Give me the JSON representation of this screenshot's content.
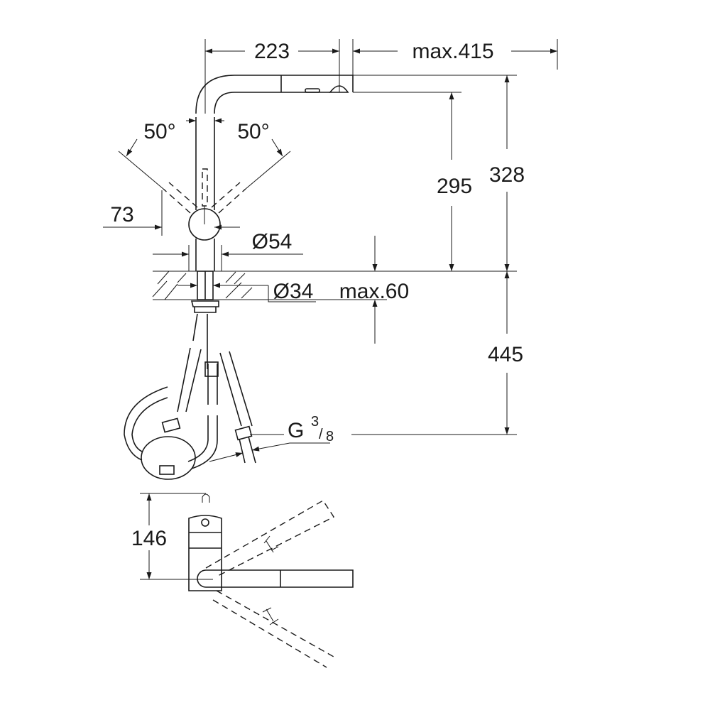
{
  "labels": {
    "reach": "223",
    "max_pullout": "max.415",
    "swivel_left": "50°",
    "swivel_right": "50°",
    "lever_offset": "73",
    "base_diameter": "Ø54",
    "hole_diameter": "Ø34",
    "max_counter_thickness": "max.60",
    "spout_height": "295",
    "total_height": "328",
    "hose_length": "445",
    "connection_g": "G",
    "connection_num": "3",
    "connection_den": "8",
    "top_view_depth": "146"
  }
}
